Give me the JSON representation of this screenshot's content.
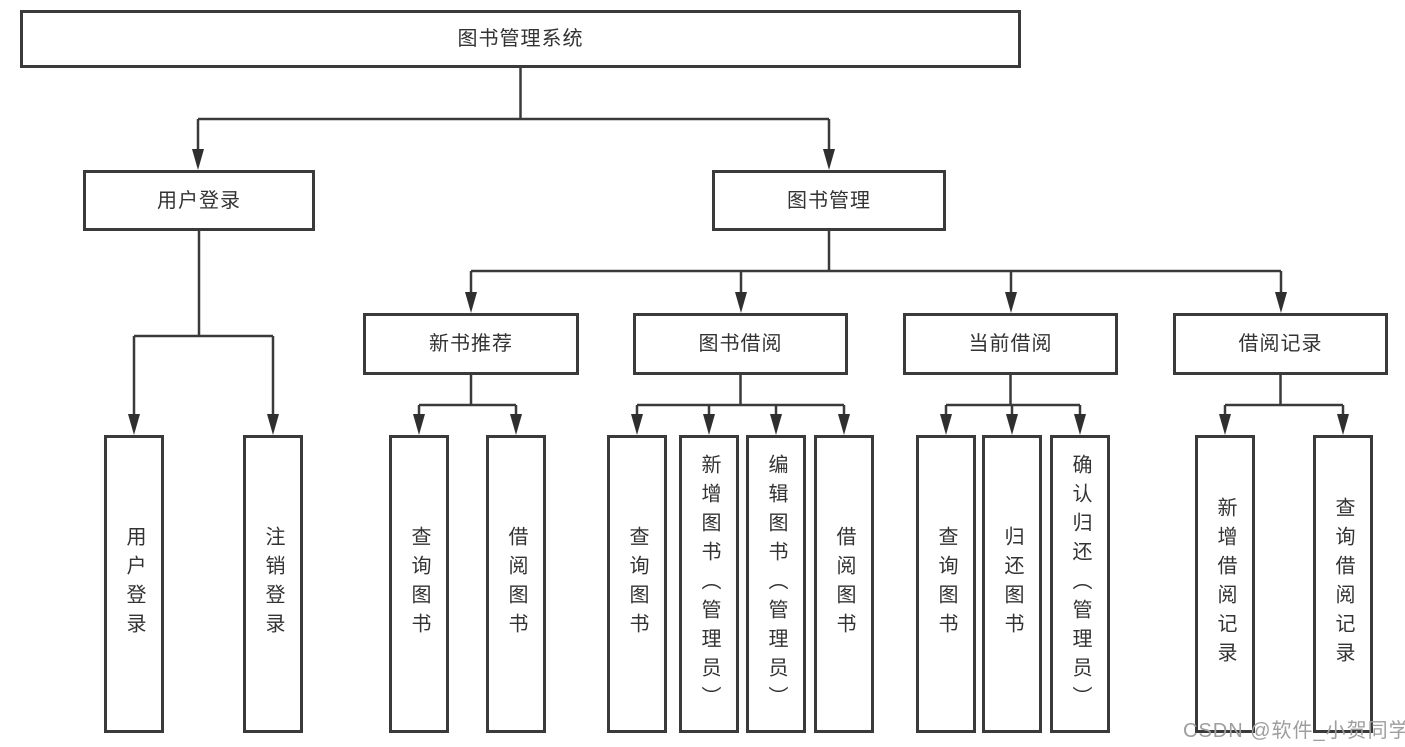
{
  "diagram": {
    "root": {
      "label": "图书管理系统"
    },
    "level2": [
      {
        "label": "用户登录"
      },
      {
        "label": "图书管理"
      }
    ],
    "level3": [
      {
        "label": "新书推荐"
      },
      {
        "label": "图书借阅"
      },
      {
        "label": "当前借阅"
      },
      {
        "label": "借阅记录"
      }
    ],
    "leaves": {
      "user_login": [
        "用户登录",
        "注销登录"
      ],
      "new_book_recommend": [
        "查询图书",
        "借阅图书"
      ],
      "book_borrow": [
        "查询图书",
        "新增图书（管理员）",
        "编辑图书（管理员）",
        "借阅图书"
      ],
      "current_borrow": [
        "查询图书",
        "归还图书",
        "确认归还（管理员）"
      ],
      "borrow_records": [
        "新增借阅记录",
        "查询借阅记录"
      ]
    }
  },
  "watermark": "CSDN @软件_小贺同学",
  "colors": {
    "line": "#3a3a3a",
    "text": "#333333",
    "background": "#ffffff",
    "watermark": "#9e9e9e"
  }
}
